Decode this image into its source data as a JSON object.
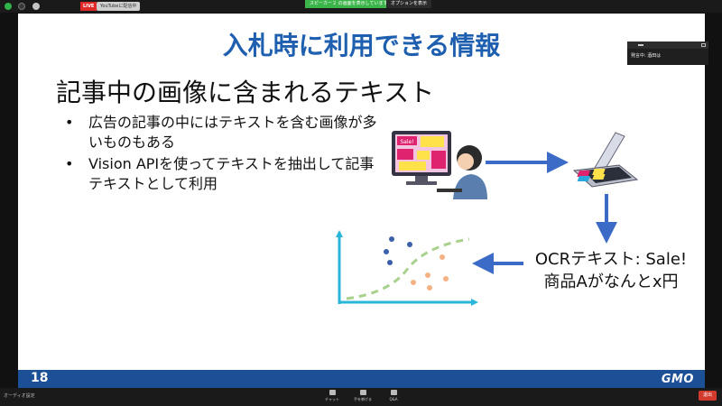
{
  "topbar": {
    "live_label": "LIVE",
    "youtube_label": "YouTubeに配信中",
    "speaker_notice": "スピーカー２ の画面を表示しています",
    "view_option": "オプションを表示"
  },
  "slide": {
    "title": "入札時に利用できる情報",
    "subtitle": "記事中の画像に含まれるテキスト",
    "bullets": [
      "広告の記事の中にはテキストを含む画像が多いものもある",
      "Vision APIを使ってテキストを抽出して記事テキストとして利用"
    ],
    "monitor_sale_text": "Sale!",
    "ocr_line1": "OCRテキスト: Sale!",
    "ocr_line2": "商品Aがなんとx円",
    "page_number": "18",
    "logo": "GMO",
    "colors": {
      "title": "#1f5fb0",
      "footer": "#1b4f96",
      "arrow": "#3b6bc6"
    }
  },
  "participant": {
    "label": "発言中: 酒田は"
  },
  "bottombar": {
    "audio_label": "オーディオ設定",
    "chat_label": "チャット",
    "raise_hand_label": "手を挙げる",
    "qa_label": "Q&A",
    "leave_label": "退出"
  }
}
